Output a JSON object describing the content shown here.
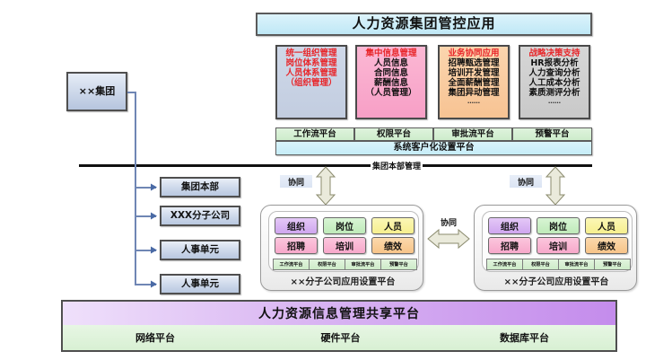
{
  "header": {
    "title": "人力资源集团管控应用"
  },
  "group_node": {
    "label": "××集团"
  },
  "tree": {
    "items": [
      {
        "label": "集团本部"
      },
      {
        "label": "XXX分子公司"
      },
      {
        "label": "人事单元"
      },
      {
        "label": "人事单元"
      }
    ]
  },
  "app_cards": [
    {
      "title": "统一组织管理",
      "lines": [
        "岗位体系管理",
        "人员体系管理",
        "（组织管理）"
      ],
      "dots": "",
      "color": "#c2cde0"
    },
    {
      "title": "集中信息管理",
      "lines": [
        "人员信息",
        "合同信息",
        "薪酬信息",
        "（人员管理）"
      ],
      "dots": "",
      "color": "#f79fc6"
    },
    {
      "title": "业务协同应用",
      "lines": [
        "招聘甄选管理",
        "培训开发管理",
        "全面薪酬管理",
        "集团异动管理"
      ],
      "dots": "……",
      "color": "#f7c393"
    },
    {
      "title": "战略决策支持",
      "lines": [
        "HR报表分析",
        "人力查询分析",
        "人工成本分析",
        "素质测评分析"
      ],
      "dots": "……",
      "color": "#c9c9c9"
    }
  ],
  "platform_row": {
    "items": [
      "工作流平台",
      "权限平台",
      "审批流平台",
      "预警平台"
    ],
    "wide": "系统客户化设置平台"
  },
  "divider": {
    "label": "集团本部管理"
  },
  "coop": {
    "left": "协同",
    "middle": "协同",
    "right": "协同"
  },
  "subsidiaries": [
    {
      "caption": "××分子公司应用设置平台",
      "chips_top": [
        "组织",
        "岗位",
        "人员"
      ],
      "chips_bottom": [
        "招聘",
        "培训",
        "绩效"
      ],
      "minis": [
        "工作流平台",
        "权限平台",
        "审批流平台",
        "预警平台"
      ]
    },
    {
      "caption": "××分子公司应用设置平台",
      "chips_top": [
        "组织",
        "岗位",
        "人员"
      ],
      "chips_bottom": [
        "招聘",
        "培训",
        "绩效"
      ],
      "minis": [
        "工作流平台",
        "权限平台",
        "审批流平台",
        "预警平台"
      ]
    }
  ],
  "bottom": {
    "title": "人力资源信息管理共享平台",
    "cells": [
      "网络平台",
      "硬件平台",
      "数据库平台"
    ]
  },
  "colors": {
    "accent_red": "#e8262a",
    "header_blue": "#cfeef9",
    "bottom_purple": "#c48cec",
    "platform_green": "#cdeccb"
  }
}
